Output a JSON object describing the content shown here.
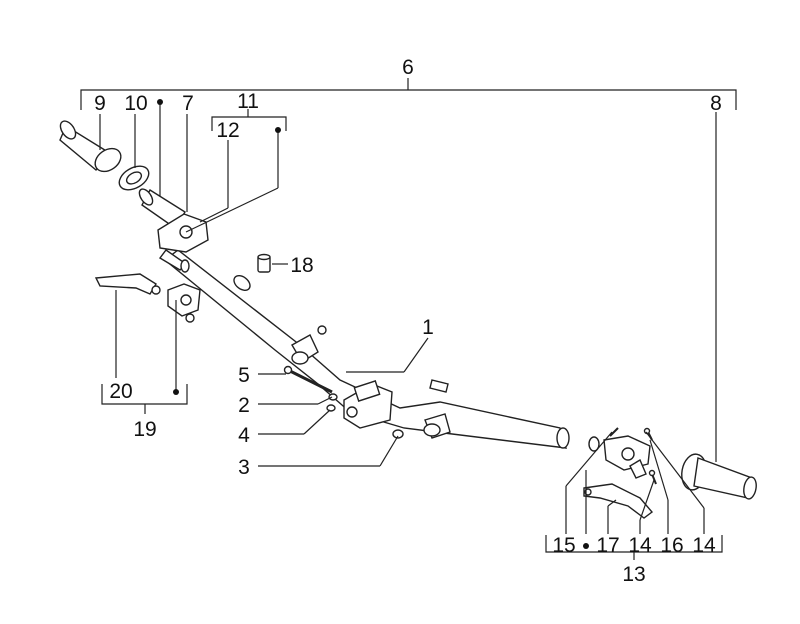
{
  "callouts": {
    "c1": "1",
    "c2": "2",
    "c3": "3",
    "c4": "4",
    "c5": "5",
    "c6": "6",
    "c7": "7",
    "c8": "8",
    "c9": "9",
    "c10": "10",
    "c11": "11",
    "c12": "12",
    "c13": "13",
    "c14a": "14",
    "c14b": "14",
    "c15": "15",
    "c16": "16",
    "c17": "17",
    "c18": "18",
    "c19": "19",
    "c20": "20"
  }
}
